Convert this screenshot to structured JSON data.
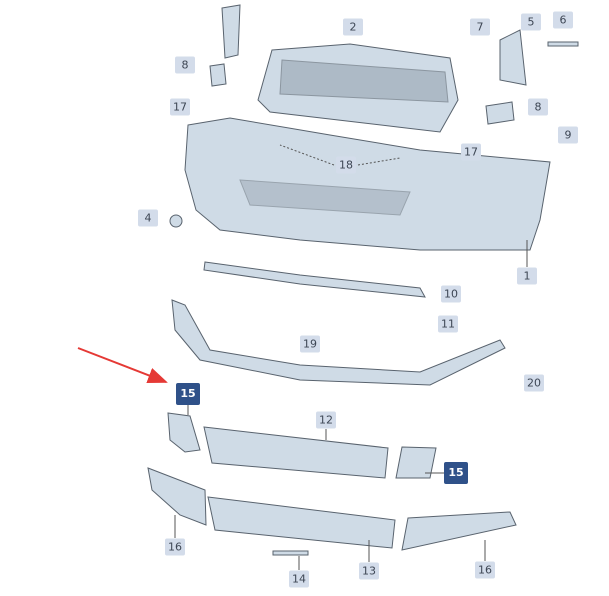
{
  "callouts": [
    {
      "id": "2",
      "highlight": false
    },
    {
      "id": "7",
      "highlight": false
    },
    {
      "id": "5",
      "highlight": false
    },
    {
      "id": "6",
      "highlight": false
    },
    {
      "id": "8",
      "highlight": false
    },
    {
      "id": "17",
      "highlight": false
    },
    {
      "id": "8",
      "highlight": false
    },
    {
      "id": "9",
      "highlight": false
    },
    {
      "id": "18",
      "highlight": false
    },
    {
      "id": "17",
      "highlight": false
    },
    {
      "id": "4",
      "highlight": false
    },
    {
      "id": "1",
      "highlight": false
    },
    {
      "id": "10",
      "highlight": false
    },
    {
      "id": "11",
      "highlight": false
    },
    {
      "id": "19",
      "highlight": false
    },
    {
      "id": "20",
      "highlight": false
    },
    {
      "id": "15",
      "highlight": true
    },
    {
      "id": "12",
      "highlight": false
    },
    {
      "id": "15",
      "highlight": true
    },
    {
      "id": "16",
      "highlight": false
    },
    {
      "id": "13",
      "highlight": false
    },
    {
      "id": "14",
      "highlight": false
    },
    {
      "id": "16",
      "highlight": false
    }
  ],
  "colors": {
    "callout_bg": "#d3dcea",
    "highlight_bg": "#2f5189",
    "arrow": "#e53935",
    "part": "#cfdbe6"
  }
}
